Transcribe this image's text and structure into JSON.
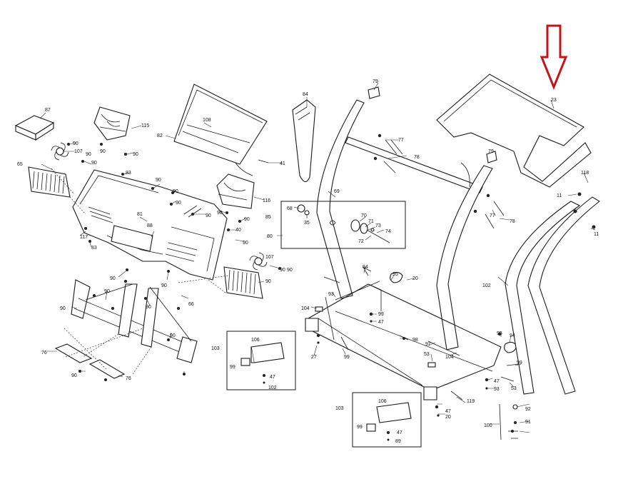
{
  "colors": {
    "background": "#ffffff",
    "line": "#1a1a1a",
    "arrow": "#c0161b"
  },
  "arrow": {
    "icon": "down-arrow-icon",
    "points_to": "23"
  },
  "labels": [
    "87",
    "115",
    "108",
    "82",
    "41",
    "84",
    "79",
    "90",
    "107",
    "90",
    "90",
    "90",
    "65",
    "90",
    "83",
    "90",
    "90",
    "116",
    "90",
    "90",
    "90",
    "85",
    "90",
    "83",
    "88",
    "81",
    "40",
    "90",
    "90",
    "107",
    "90",
    "90",
    "117",
    "90",
    "90",
    "66",
    "90",
    "90",
    "90",
    "90",
    "76",
    "90",
    "76",
    "68",
    "35",
    "80",
    "70",
    "71",
    "73",
    "74",
    "72",
    "69",
    "77",
    "78",
    "79",
    "77",
    "78",
    "23",
    "118",
    "11",
    "11",
    "94",
    "93",
    "95",
    "20",
    "104",
    "99",
    "47",
    "27",
    "98",
    "97",
    "104",
    "53",
    "99",
    "47",
    "20",
    "95",
    "94",
    "99",
    "47",
    "93",
    "53",
    "119",
    "102",
    "106",
    "103",
    "99",
    "47",
    "102",
    "106",
    "103",
    "99",
    "47",
    "89",
    "92",
    "100",
    "91"
  ]
}
